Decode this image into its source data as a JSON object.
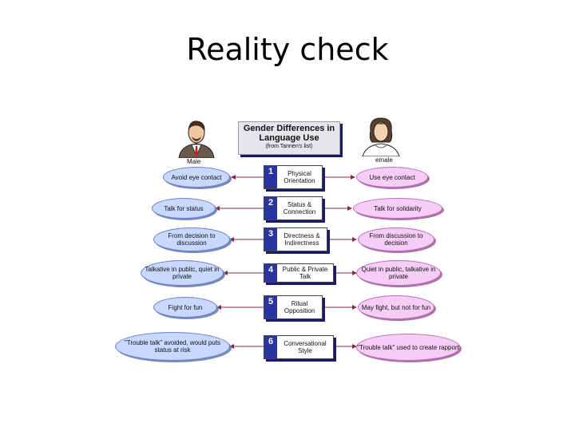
{
  "slide": {
    "title": "Reality check"
  },
  "header": {
    "title": "Gender Differences in Language Use",
    "subtitle": "(from Tannen's list)"
  },
  "people": {
    "male_label": "Male",
    "female_label": "emale"
  },
  "rows": [
    {
      "num": "1",
      "topic": "Physical Orientation",
      "male": "Avoid eye contact",
      "female": "Use eye contact"
    },
    {
      "num": "2",
      "topic": "Status & Connection",
      "male": "Talk for status",
      "female": "Talk for solidarity"
    },
    {
      "num": "3",
      "topic": "Directness & Indirectness",
      "male": "From decision to discussion",
      "female": "From discussion to decision"
    },
    {
      "num": "4",
      "topic": "Public & Private Talk",
      "male": "Talkative in public, quiet in private",
      "female": "Quiet in public, talkative in private"
    },
    {
      "num": "5",
      "topic": "Ritual Opposition",
      "male": "Fight for fun",
      "female": "May fight, but not for fun"
    },
    {
      "num": "6",
      "topic": "Conversational Style",
      "male": "\"Trouble talk\" avoided, would puts status at risk",
      "female": "\"Trouble talk\" used to create rapport"
    }
  ],
  "colors": {
    "number_blue": "#2a36a0",
    "male_oval": "#c8d8ff",
    "female_oval": "#f6cdf6",
    "connector": "#8a2a4a"
  }
}
